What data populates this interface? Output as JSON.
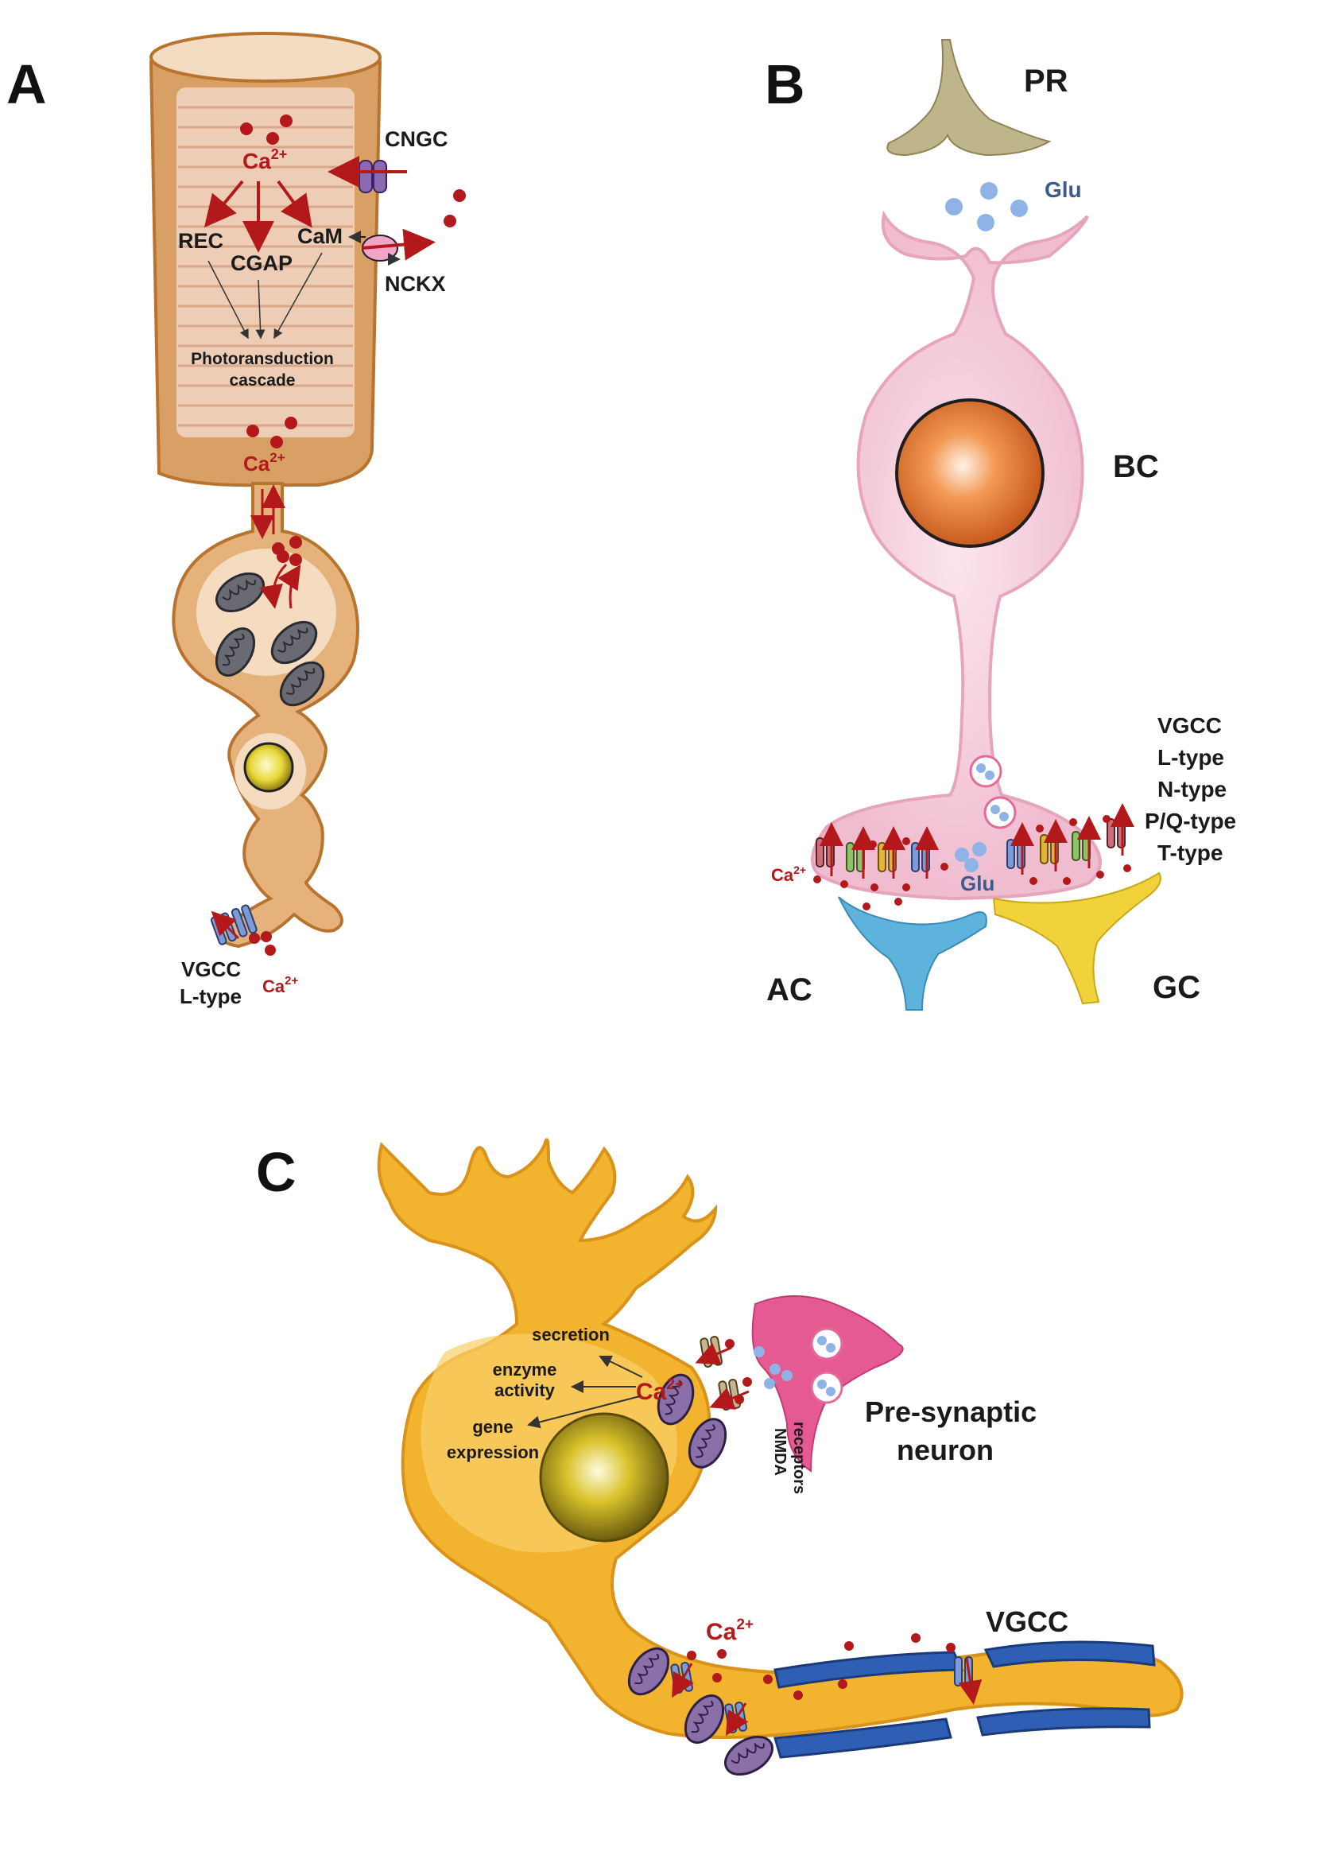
{
  "panels": {
    "a": {
      "letter": "A",
      "ca_top": "Ca",
      "ca_mid": "Ca",
      "ca_bottom": "Ca",
      "ca_sup": "2+",
      "cngc": "CNGC",
      "nckx": "NCKX",
      "rec": "REC",
      "cgap": "CGAP",
      "cam": "CaM",
      "cascade_line1": "Photoransduction",
      "cascade_line2": "cascade",
      "vgcc": "VGCC",
      "ltype": "L-type"
    },
    "b": {
      "letter": "B",
      "pr": "PR",
      "glu_top": "Glu",
      "bc": "BC",
      "vgcc": "VGCC",
      "ltype": "L-type",
      "ntype": "N-type",
      "pqtype": "P/Q-type",
      "ttype": "T-type",
      "ca": "Ca",
      "ca_sup": "2+",
      "glu_bottom": "Glu",
      "ac": "AC",
      "gc": "GC"
    },
    "c": {
      "letter": "C",
      "secretion": "secretion",
      "enzyme1": "enzyme",
      "enzyme2": "activity",
      "gene1": "gene",
      "gene2": "expression",
      "ca": "Ca",
      "ca_sup": "2+",
      "presyn1": "Pre-synaptic",
      "presyn2": "neuron",
      "nmda1": "NMDA",
      "nmda2": "receptors",
      "ca_axon": "Ca",
      "vgcc": "VGCC"
    }
  },
  "colors": {
    "rod": "#d9a066",
    "rod_dark": "#b8742f",
    "disc": "#eecdb6",
    "calcium": "#b3181a",
    "bipolar": "#f4cddc",
    "pr": "#bfb58a",
    "amacrine": "#5eb3dc",
    "ganglion": "#f2d23a",
    "neuron": "#f2b32e",
    "presyn": "#e55a93",
    "myelin": "#2f5fb5",
    "vesicle": "#8fb3e6"
  }
}
